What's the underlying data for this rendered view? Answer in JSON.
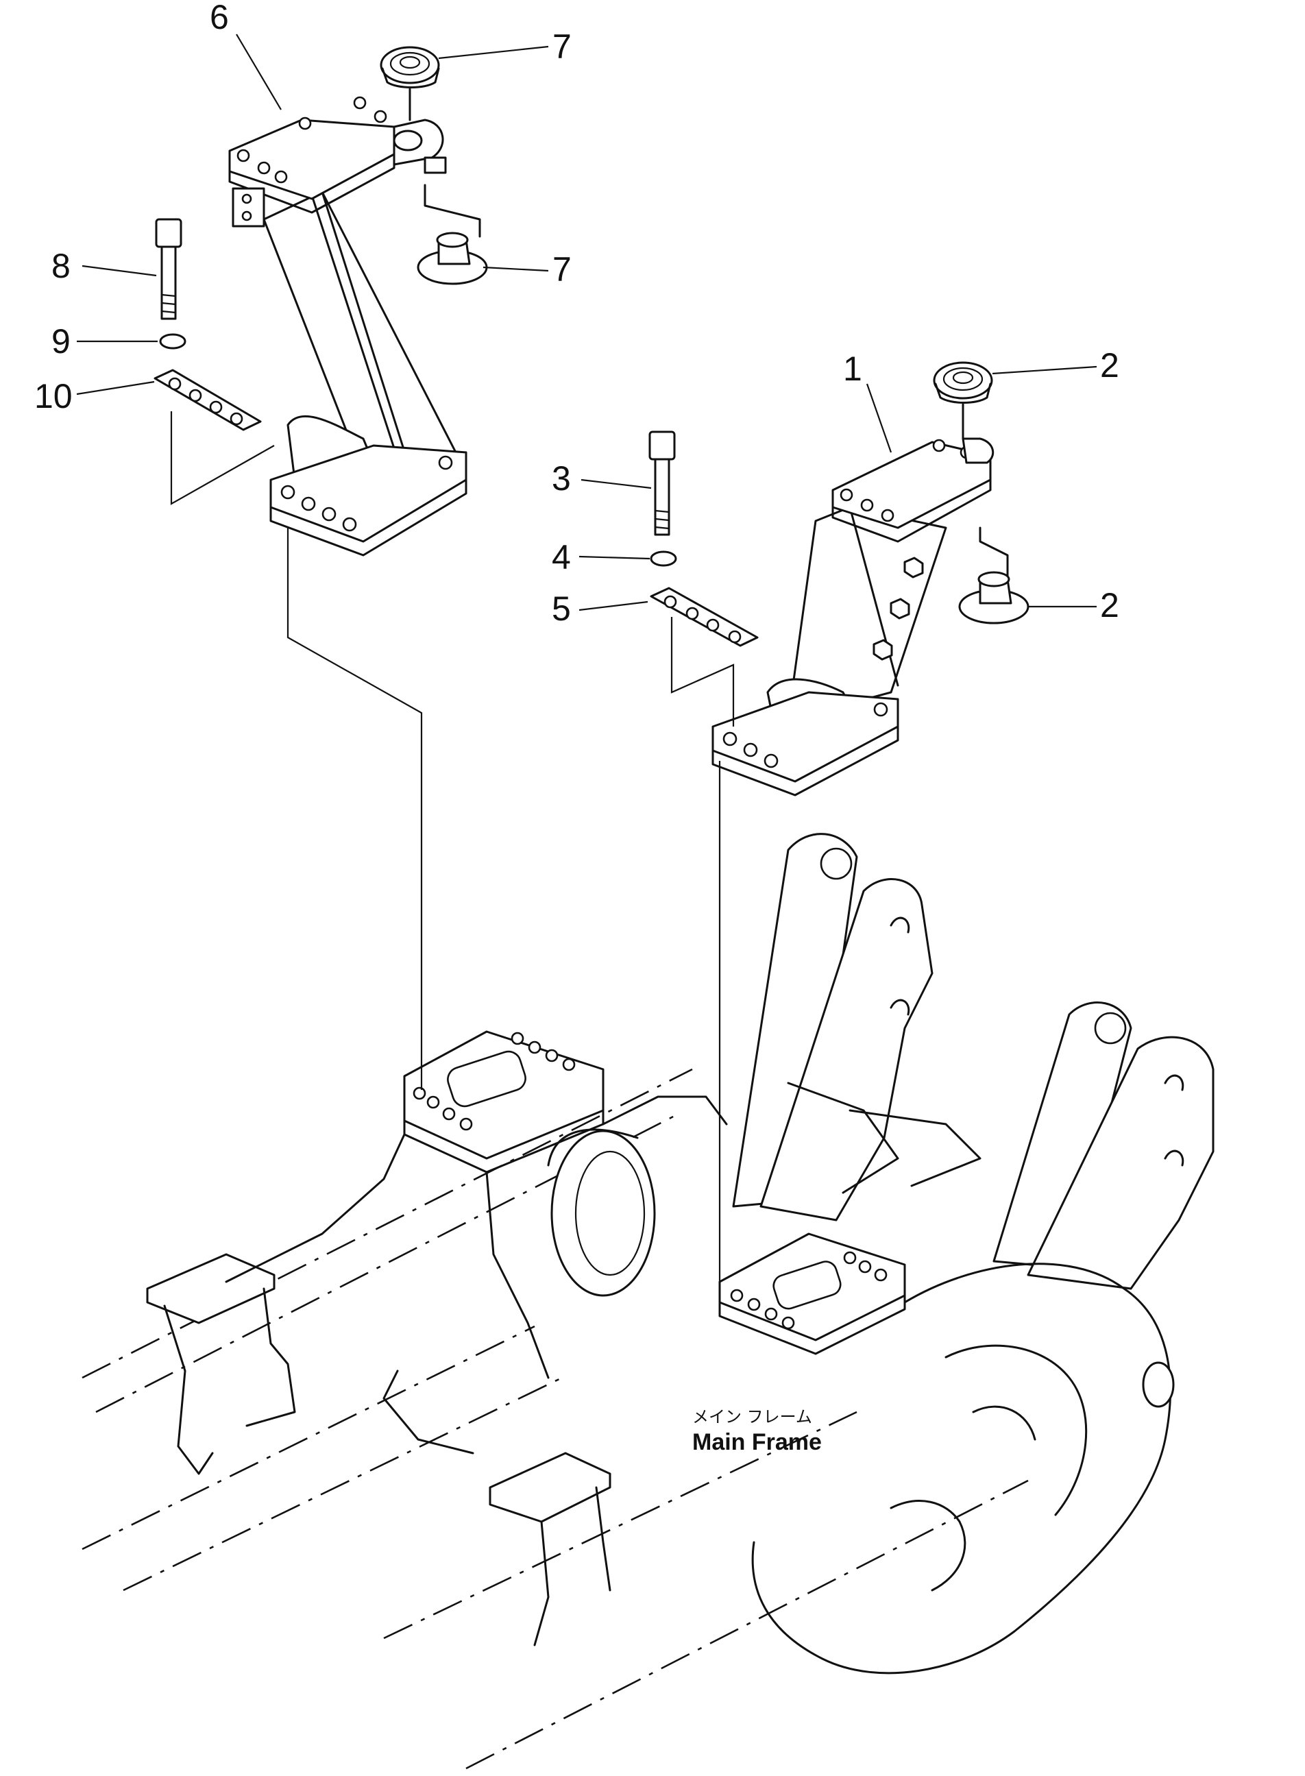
{
  "callouts": {
    "c1": "1",
    "c2a": "2",
    "c2b": "2",
    "c3": "3",
    "c4": "4",
    "c5": "5",
    "c6": "6",
    "c7a": "7",
    "c7b": "7",
    "c8": "8",
    "c9": "9",
    "c10": "10"
  },
  "main_frame": {
    "label_jp": "メイン フレーム",
    "label_en": "Main Frame"
  }
}
